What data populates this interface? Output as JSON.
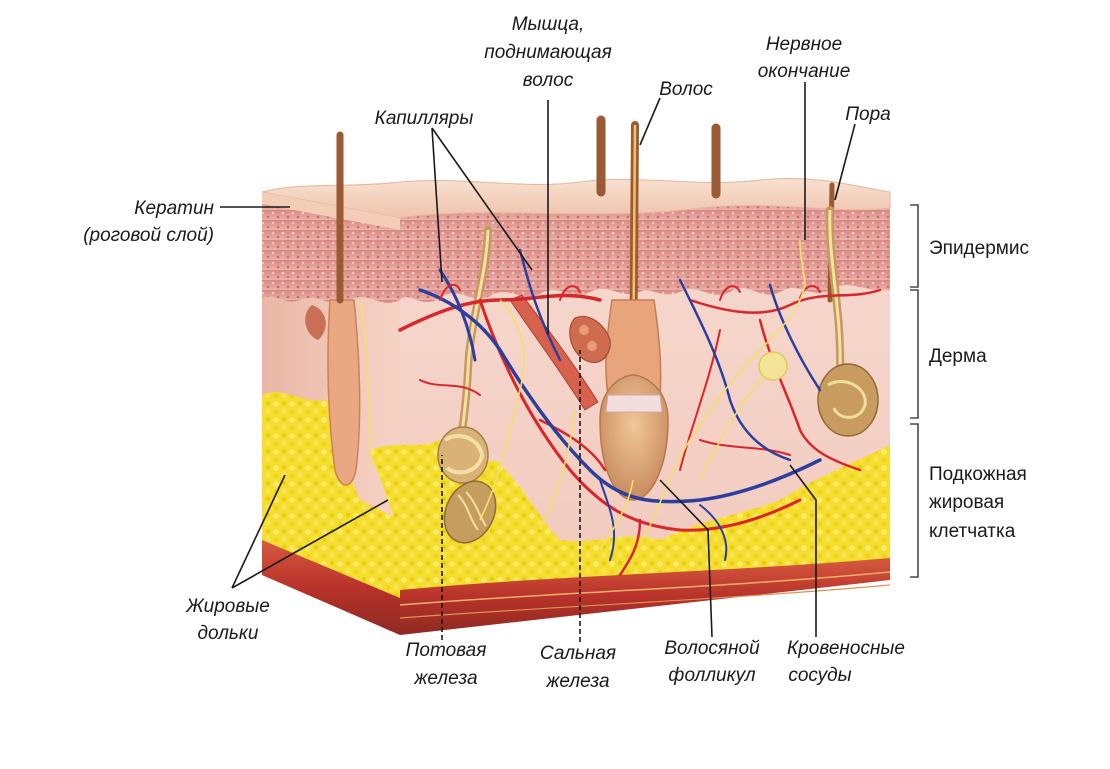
{
  "labels": {
    "keratin_1": "Кератин",
    "keratin_2": "(роговой слой)",
    "capillaries": "Капилляры",
    "muscle_1": "Мышца,",
    "muscle_2": "поднимающая",
    "muscle_3": "волос",
    "hair": "Волос",
    "nerve_1": "Нервное",
    "nerve_2": "окончание",
    "pore": "Пора",
    "fat_lobules_1": "Жировые",
    "fat_lobules_2": "дольки",
    "sweat_gland_1": "Потовая",
    "sweat_gland_2": "железа",
    "sebaceous_gland_1": "Сальная",
    "sebaceous_gland_2": "железа",
    "hair_follicle_1": "Волосяной",
    "hair_follicle_2": "фолликул",
    "blood_vessels_1": "Кровеносные",
    "blood_vessels_2": "сосуды"
  },
  "layers": {
    "epidermis": "Эпидермис",
    "dermis": "Дерма",
    "subcutis_1": "Подкожная",
    "subcutis_2": "жировая",
    "subcutis_3": "клетчатка"
  },
  "colors": {
    "epidermis": "#e9a7a4",
    "stratum_corneum": "#f6d9c6",
    "dermis": "#f5d3c8",
    "fat": "#f5dd2c",
    "muscle_layer": "#c8473a",
    "artery": "#d8262b",
    "vein": "#2d3f9e",
    "hair": "#9a5a33"
  }
}
